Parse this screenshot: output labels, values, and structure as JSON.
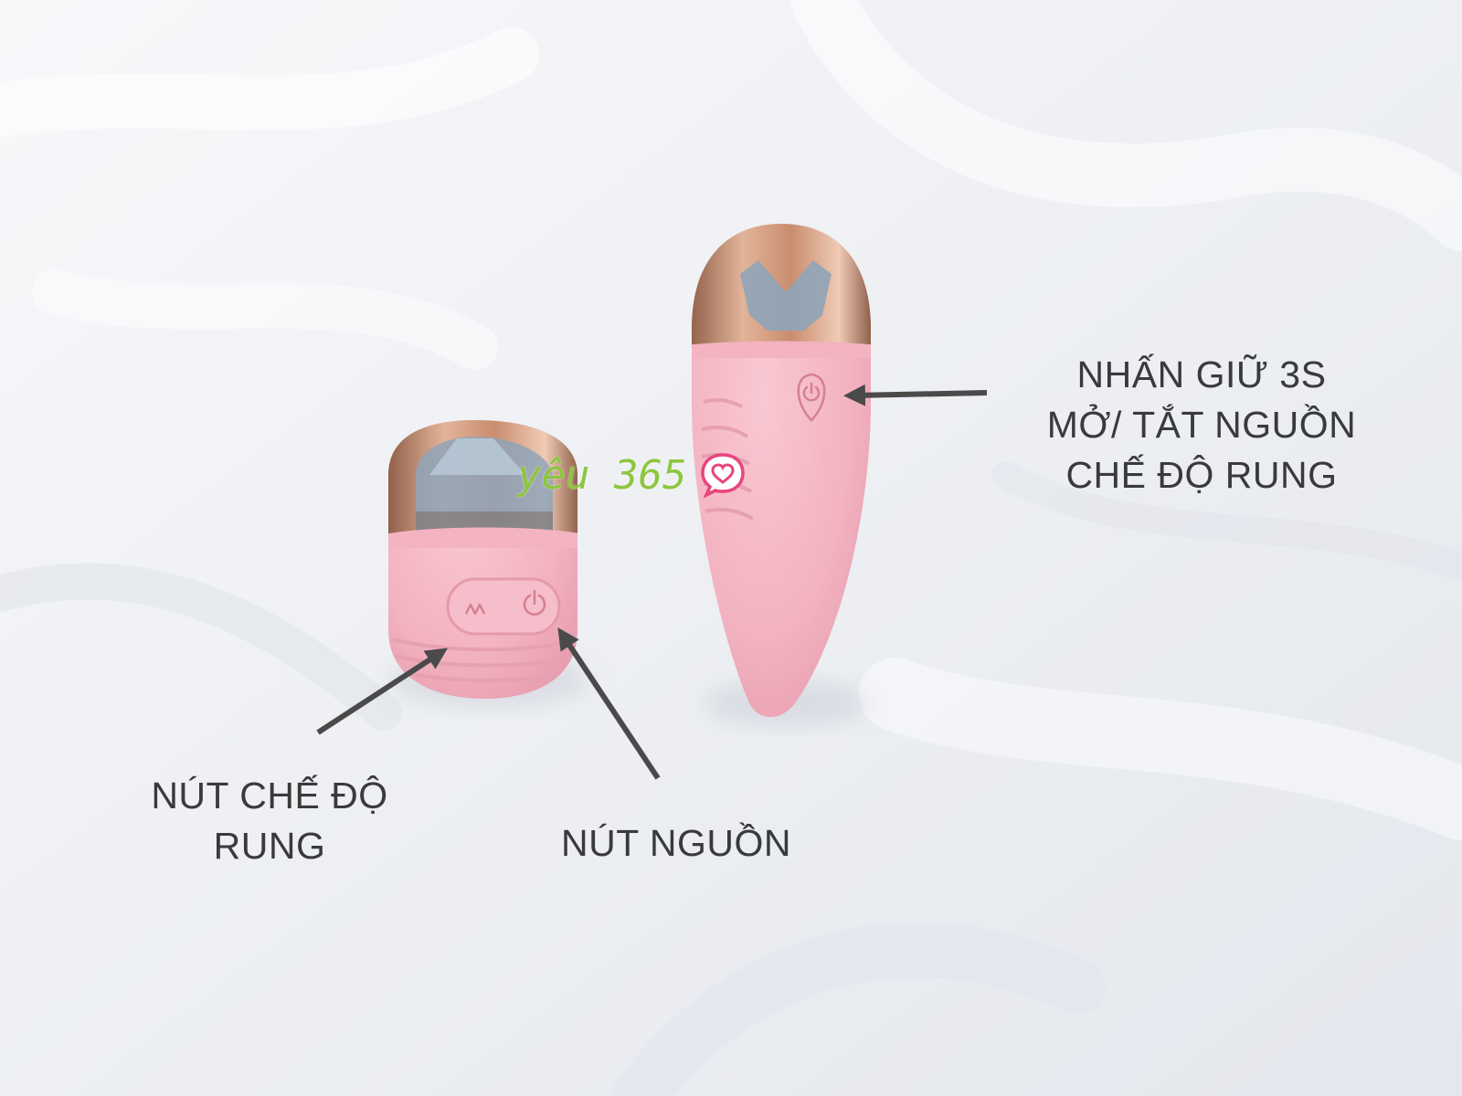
{
  "image": {
    "background_color": "#eceef3",
    "device_color": "#f3b3c0",
    "metal_color": "#c98d6e",
    "arrow_color": "#4a4a4a"
  },
  "labels": {
    "hold_power": [
      "NHẤN GIỮ 3S",
      "MỞ/ TẮT NGUỒN",
      "CHẾ ĐỘ RUNG"
    ],
    "mode_button": [
      "NÚT CHẾ ĐỘ",
      "RUNG"
    ],
    "power_button": [
      "NÚT NGUỒN"
    ]
  },
  "watermark": {
    "text": "yêu 365",
    "color": "#8cc63f",
    "icon": "heart-chat-icon",
    "icon_color": "#e8457c"
  },
  "icons": {
    "remote_mode": "vibration-wave-icon",
    "remote_power": "power-icon",
    "egg_power": "power-drop-icon"
  }
}
